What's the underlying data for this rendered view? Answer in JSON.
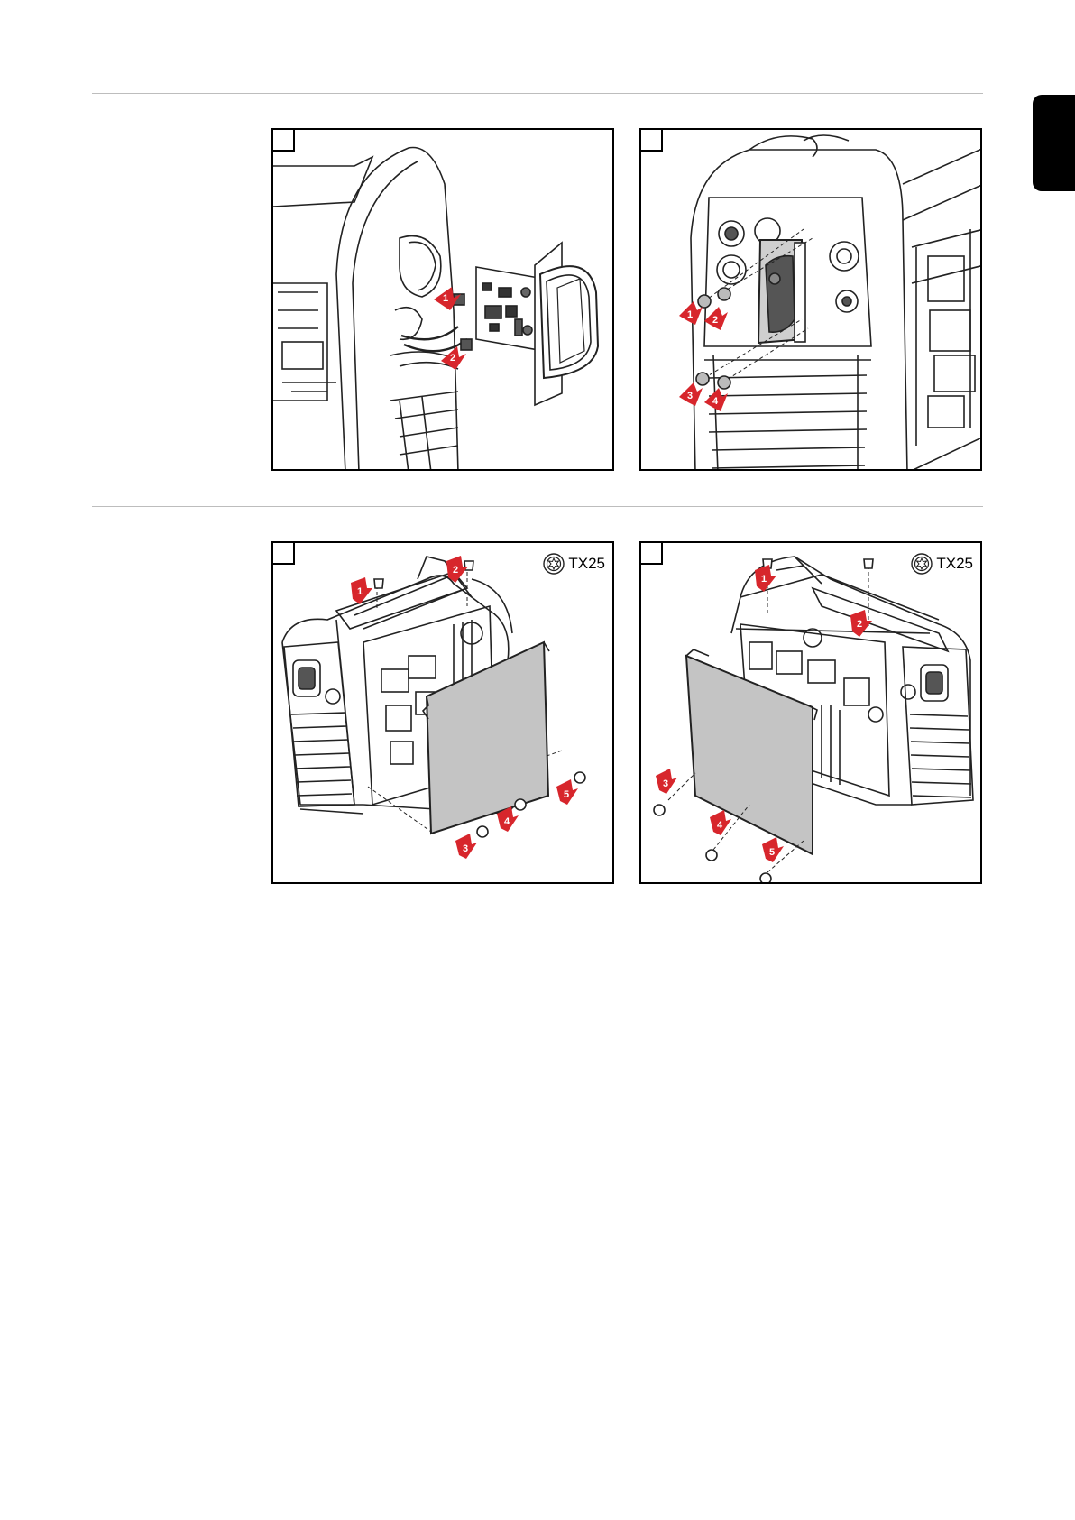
{
  "panels": [
    {
      "arrows": [
        "1",
        "2"
      ]
    },
    {
      "arrows": [
        "1",
        "2",
        "3",
        "4"
      ]
    },
    {
      "tool": {
        "icon": "torx-icon",
        "label": "TX25"
      },
      "arrows": [
        "1",
        "2",
        "3",
        "4",
        "5"
      ]
    },
    {
      "tool": {
        "icon": "torx-icon",
        "label": "TX25"
      },
      "arrows": [
        "1",
        "2",
        "3",
        "4",
        "5"
      ]
    }
  ],
  "colors": {
    "arrow": "#d7262c",
    "panel_plate": "#c4c4c4",
    "line": "#222222",
    "tab": "#000000"
  }
}
